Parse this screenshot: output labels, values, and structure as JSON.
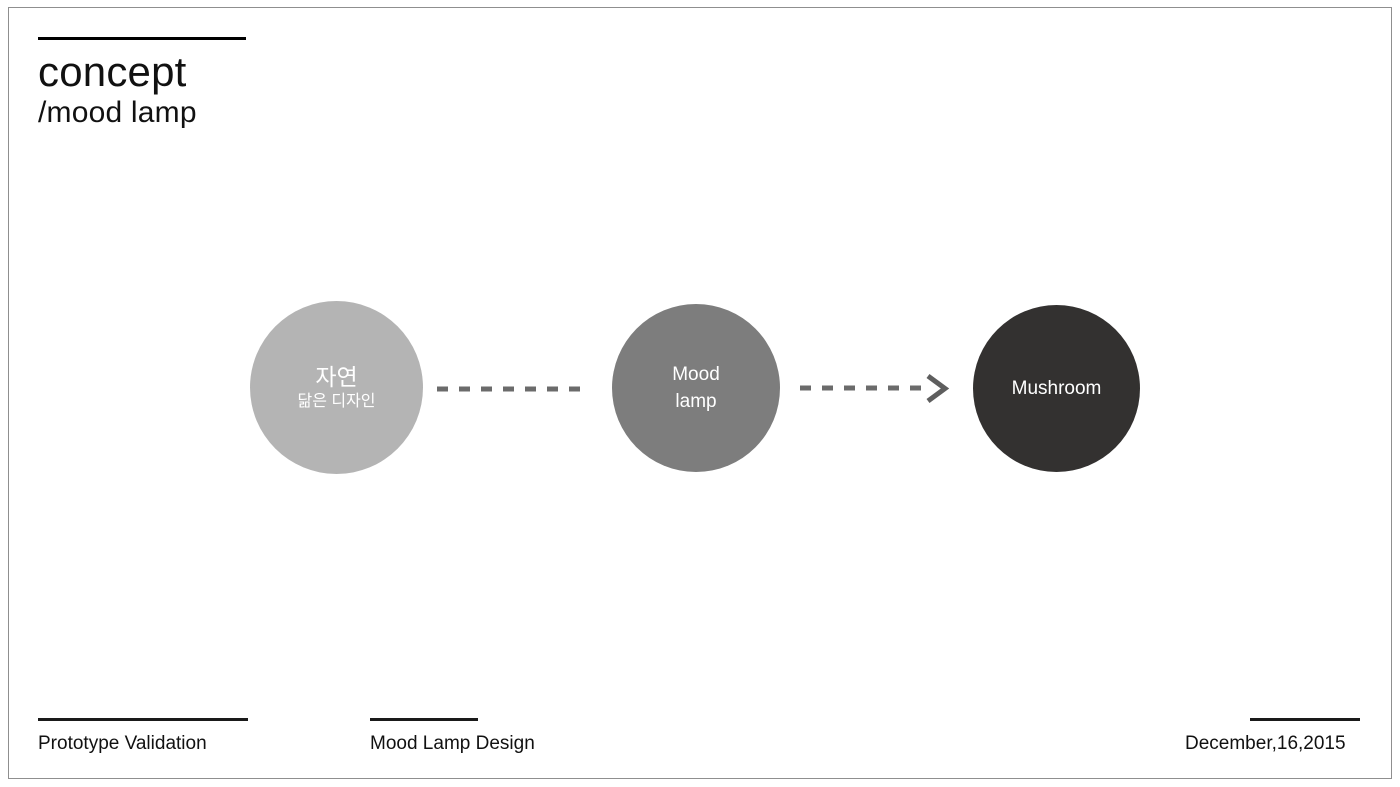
{
  "slide": {
    "background_color": "#ffffff",
    "frame_color": "#8f8f8f"
  },
  "header": {
    "title": "concept",
    "subtitle": "/mood lamp",
    "rule_color": "#000000"
  },
  "diagram": {
    "type": "flow",
    "nodes": [
      {
        "id": "nature",
        "line_1": "자연",
        "line_2": "닮은 디자인",
        "fill": "#b4b4b4",
        "text_color": "#ffffff"
      },
      {
        "id": "mood-lamp",
        "line_1": "Mood",
        "line_2": "lamp",
        "fill": "#7d7d7d",
        "text_color": "#ffffff"
      },
      {
        "id": "mushroom",
        "line_1": "Mushroom",
        "fill": "#333130",
        "text_color": "#ffffff"
      }
    ],
    "connectors": [
      {
        "id": "nature-to-mood-lamp",
        "style": "dashed",
        "arrowhead": false,
        "color": "#6b6b6b"
      },
      {
        "id": "mood-lamp-to-mushroom",
        "style": "dashed",
        "arrowhead": true,
        "color": "#5e5e5e"
      }
    ]
  },
  "footer": {
    "left": "Prototype Validation",
    "middle": "Mood Lamp Design",
    "right": "December,16,2015",
    "rule_color": "#1a1a1a"
  }
}
